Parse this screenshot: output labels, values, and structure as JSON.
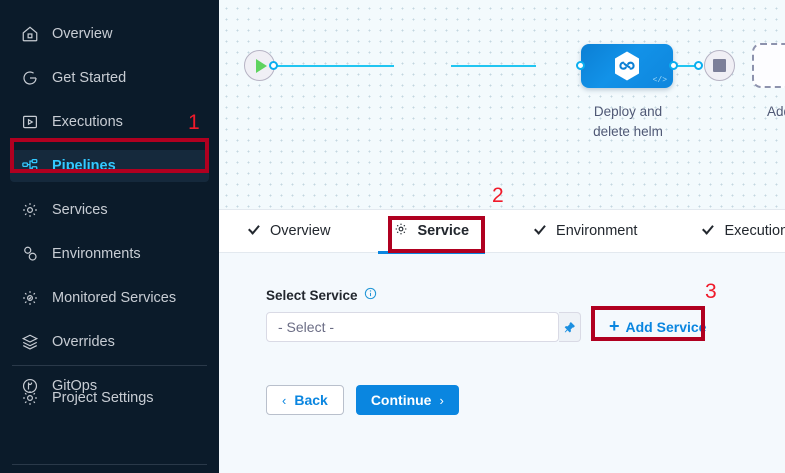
{
  "sidebar": {
    "items": [
      {
        "label": "Overview",
        "icon": "home-icon",
        "active": false
      },
      {
        "label": "Get Started",
        "icon": "rocket-circle-icon",
        "active": false
      },
      {
        "label": "Executions",
        "icon": "play-box-icon",
        "active": false
      },
      {
        "label": "Pipelines",
        "icon": "pipeline-nodes-icon",
        "active": true
      },
      {
        "label": "Services",
        "icon": "gear-icon",
        "active": false
      },
      {
        "label": "Environments",
        "icon": "environments-icon",
        "active": false
      },
      {
        "label": "Monitored Services",
        "icon": "monitored-gear-icon",
        "active": false
      },
      {
        "label": "Overrides",
        "icon": "layers-icon",
        "active": false
      },
      {
        "label": "GitOps",
        "icon": "gitops-icon",
        "active": false
      }
    ],
    "settings": {
      "label": "Project Settings",
      "icon": "gear-icon"
    }
  },
  "canvas": {
    "start_node": {
      "icon": "play-icon",
      "name": "pipeline-start"
    },
    "end_node": {
      "icon": "stop-icon",
      "name": "pipeline-end"
    },
    "stage": {
      "label": "Deploy and\ndelete helm",
      "label_line1": "Deploy and",
      "label_line2": "delete helm",
      "icon": "harness-hexagon-icon",
      "badge": "</>"
    },
    "add_stage": {
      "label": "Add Stage",
      "icon": "plus-icon"
    }
  },
  "tabs": [
    {
      "label": "Overview",
      "icon": "check-icon",
      "active": false
    },
    {
      "label": "Service",
      "icon": "gear-icon",
      "active": true
    },
    {
      "label": "Environment",
      "icon": "check-icon",
      "active": false
    },
    {
      "label": "Execution",
      "icon": "check-icon",
      "active": false
    }
  ],
  "form": {
    "select_service_label": "Select Service",
    "info_icon": "info-icon",
    "select_placeholder": "- Select -",
    "pin_icon": "pin-icon",
    "add_service_label": "Add Service",
    "add_service_plus": "+",
    "back_label": "Back",
    "back_chevron": "‹",
    "continue_label": "Continue",
    "continue_chevron": "›"
  },
  "annotations": [
    {
      "number": "1",
      "target": "sidebar-item-pipelines"
    },
    {
      "number": "2",
      "target": "tab-service"
    },
    {
      "number": "3",
      "target": "add-service-button"
    }
  ],
  "colors": {
    "sidebar_bg": "#0b1b2a",
    "sidebar_active_bg": "#15293c",
    "sidebar_active_text": "#33c9ff",
    "accent_blue": "#0a86e0",
    "edge_cyan": "#21c5f1",
    "annotation_red": "#b00020",
    "annotation_number_red": "#f01a2a",
    "content_bg": "#f4f9fd"
  }
}
